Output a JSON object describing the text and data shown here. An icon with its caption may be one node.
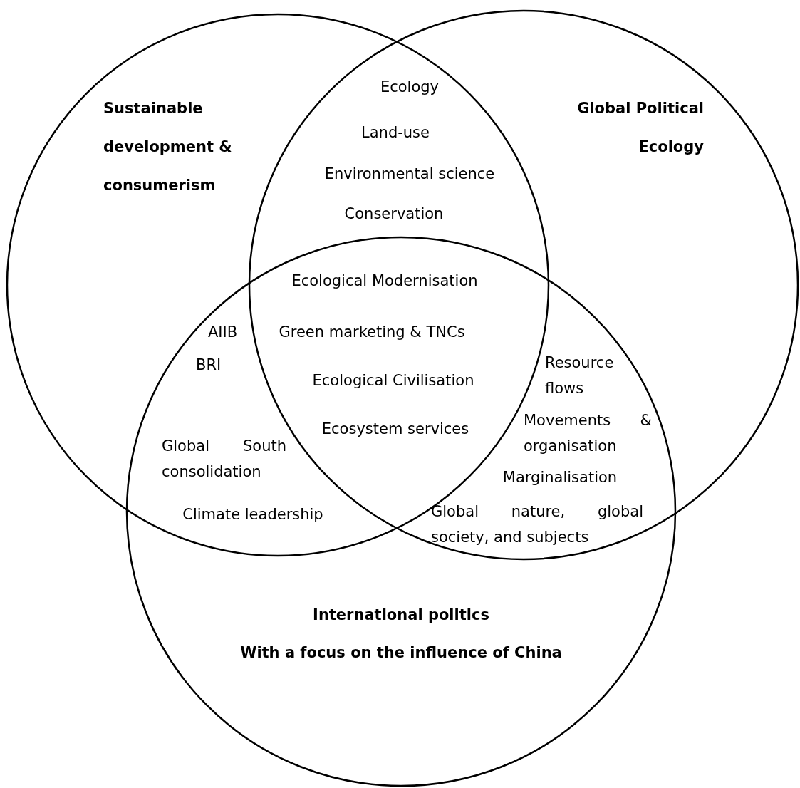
{
  "diagram": {
    "nodes": [
      {
        "text": [
          "Sustainable development & consumerism"
        ]
      },
      {
        "text": [
          "Global Political Ecology"
        ]
      },
      {
        "text": [
          "International politics",
          "With a focus on the influence of China"
        ]
      }
    ],
    "labels": [
      "Ecology",
      "Land-use",
      "Environmental science",
      "Conservation",
      "Ecological Modernisation",
      "AIIB",
      "Green marketing & TNCs",
      "BRI",
      "Resource flows",
      "Ecological Civilisation",
      "Movements & organisation",
      "Ecosystem services",
      "Global South consolidation",
      "Marginalisation",
      "Climate leadership",
      "Global nature, global society, and subjects"
    ]
  }
}
